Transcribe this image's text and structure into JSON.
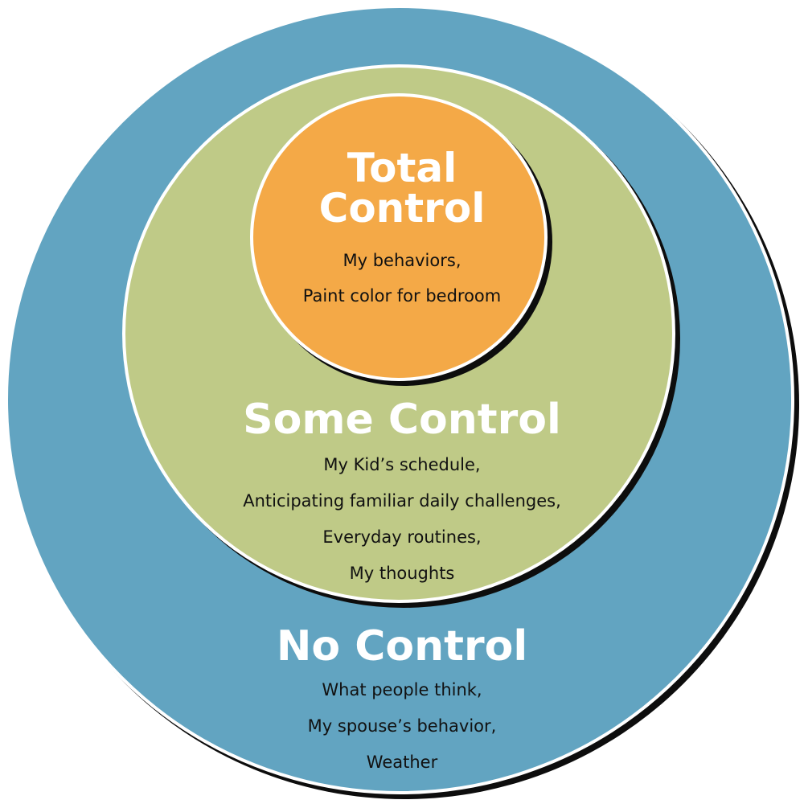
{
  "colors": {
    "no_control": "#62A4C1",
    "some_control": "#BFCA87",
    "total_control": "#F4A947"
  },
  "total_control": {
    "title_line1": "Total",
    "title_line2": "Control",
    "items": [
      "My behaviors,",
      "Paint color for bedroom"
    ]
  },
  "some_control": {
    "title": "Some Control",
    "items": [
      "My Kid’s schedule,",
      "Anticipating familiar daily challenges,",
      "Everyday routines,",
      "My thoughts"
    ]
  },
  "no_control": {
    "title": "No Control",
    "items": [
      "What people think,",
      "My spouse’s behavior,",
      "Weather"
    ]
  }
}
